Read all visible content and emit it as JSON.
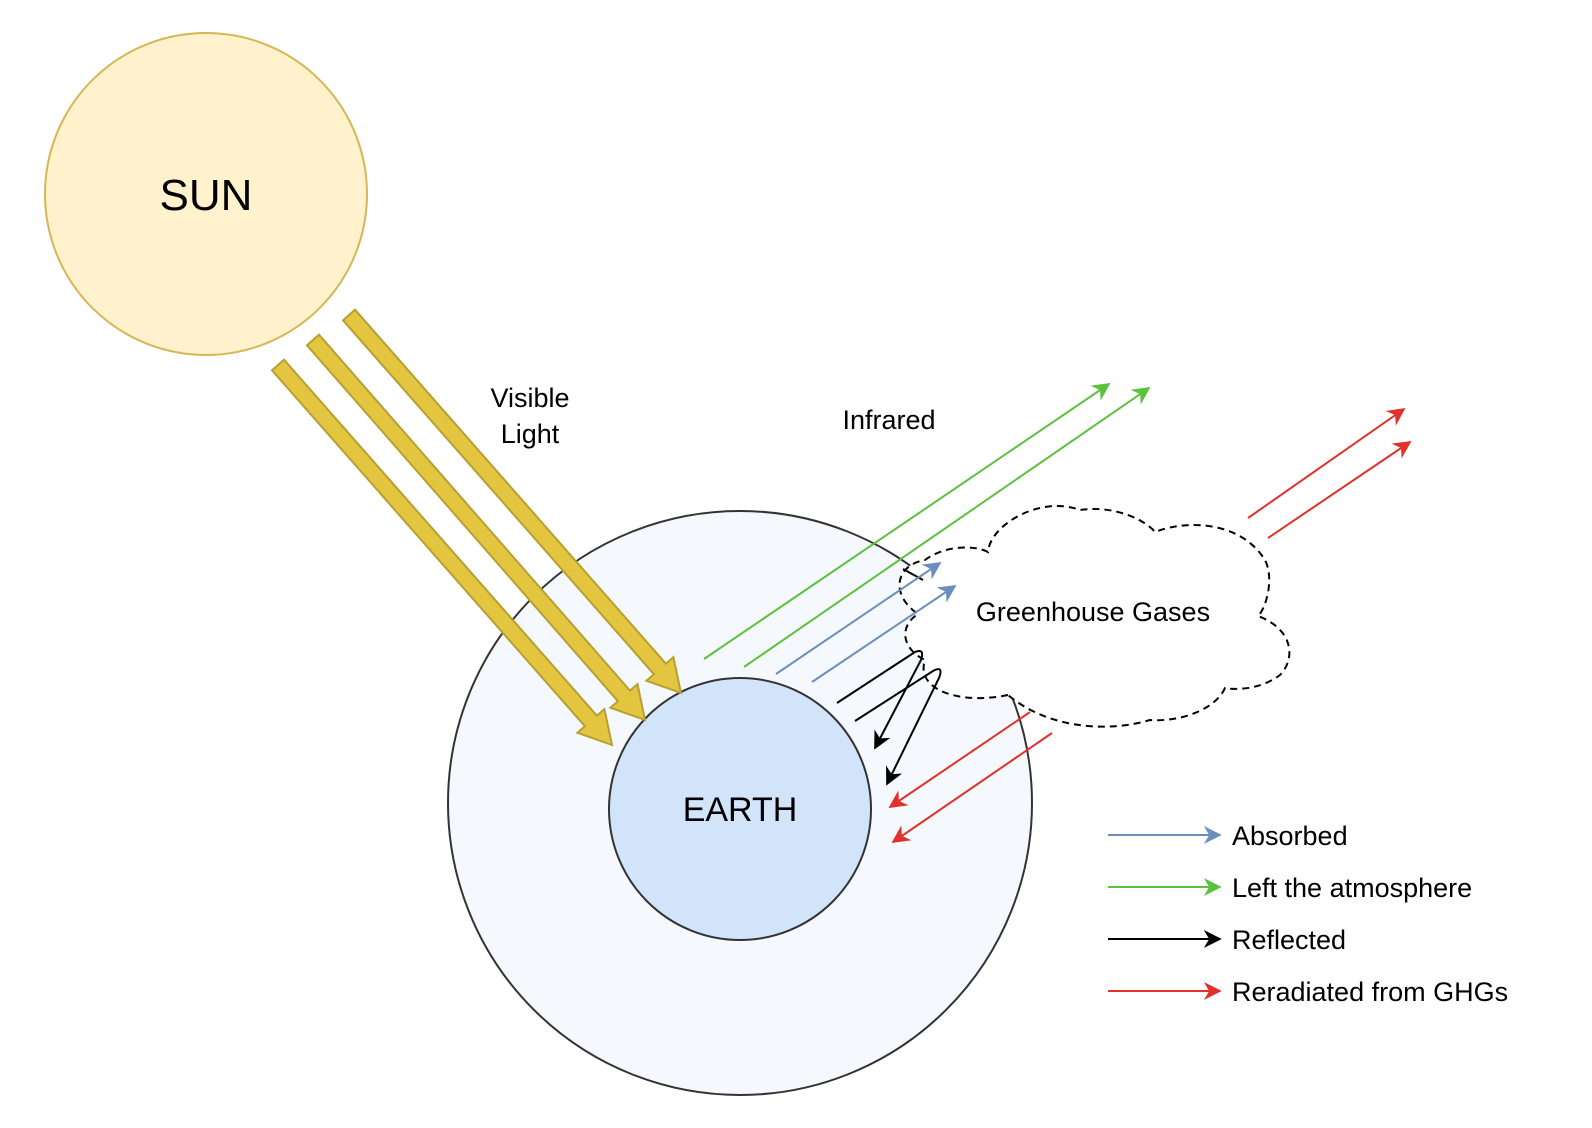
{
  "diagram": {
    "sun_label": "SUN",
    "earth_label": "EARTH",
    "visible_light_label": [
      "Visible",
      "Light"
    ],
    "infrared_label": "Infrared",
    "greenhouse_label": "Greenhouse Gases"
  },
  "legend": {
    "items": [
      {
        "label": "Absorbed",
        "color": "#6c8ebf"
      },
      {
        "label": "Left the atmosphere",
        "color": "#5cc13f"
      },
      {
        "label": "Reflected",
        "color": "#000000"
      },
      {
        "label": "Reradiated from GHGs",
        "color": "#e0322a"
      }
    ]
  },
  "colors": {
    "sun_fill": "#fff2cc",
    "sun_stroke": "#d6b656",
    "atmosphere_fill": "#f5f8fd",
    "earth_fill": "#d2e4fa",
    "visible_light_fill": "#e3c53f",
    "visible_light_stroke": "#b7a032"
  }
}
